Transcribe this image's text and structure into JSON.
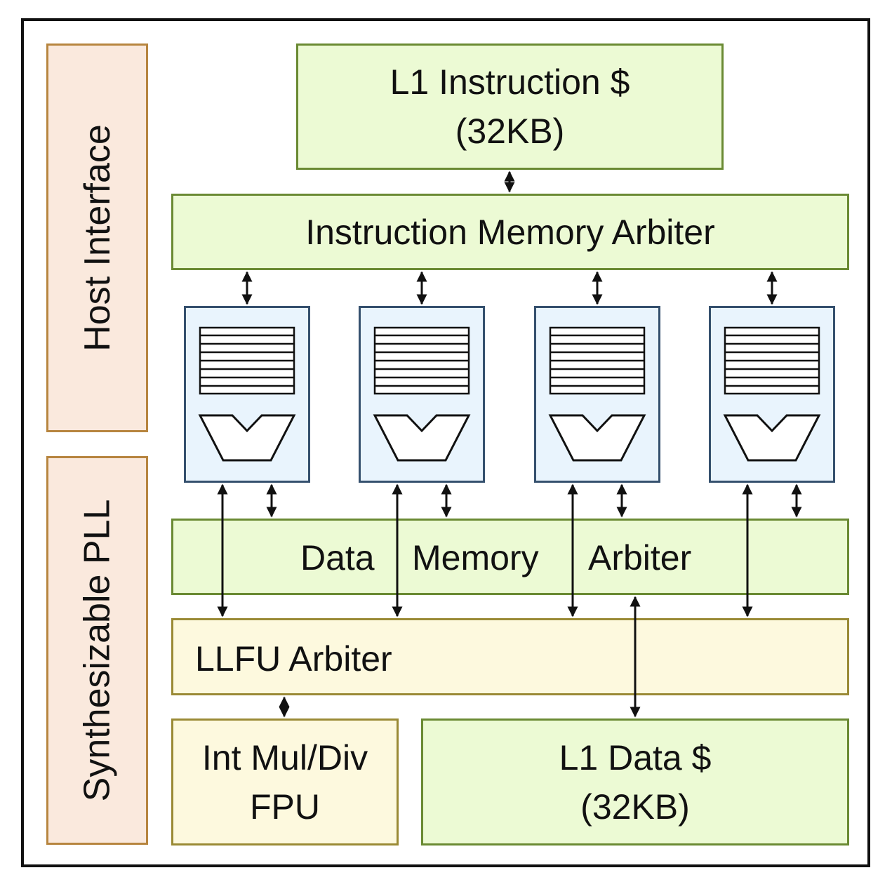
{
  "host_interface": {
    "label": "Host Interface"
  },
  "pll": {
    "label": "Synthesizable PLL"
  },
  "l1_icache": {
    "line1": "L1 Instruction $",
    "line2": "(32KB)"
  },
  "instr_arbiter": {
    "label": "Instruction Memory Arbiter"
  },
  "data_arbiter": {
    "word1": "Data",
    "word2": "Memory",
    "word3": "Arbiter"
  },
  "llfu_arbiter": {
    "label": "LLFU Arbiter"
  },
  "int_unit": {
    "line1": "Int Mul/Div",
    "line2": "FPU"
  },
  "l1_dcache": {
    "line1": "L1 Data $",
    "line2": "(32KB)"
  },
  "cores": [
    {
      "id": 1
    },
    {
      "id": 2
    },
    {
      "id": 3
    },
    {
      "id": 4
    }
  ]
}
